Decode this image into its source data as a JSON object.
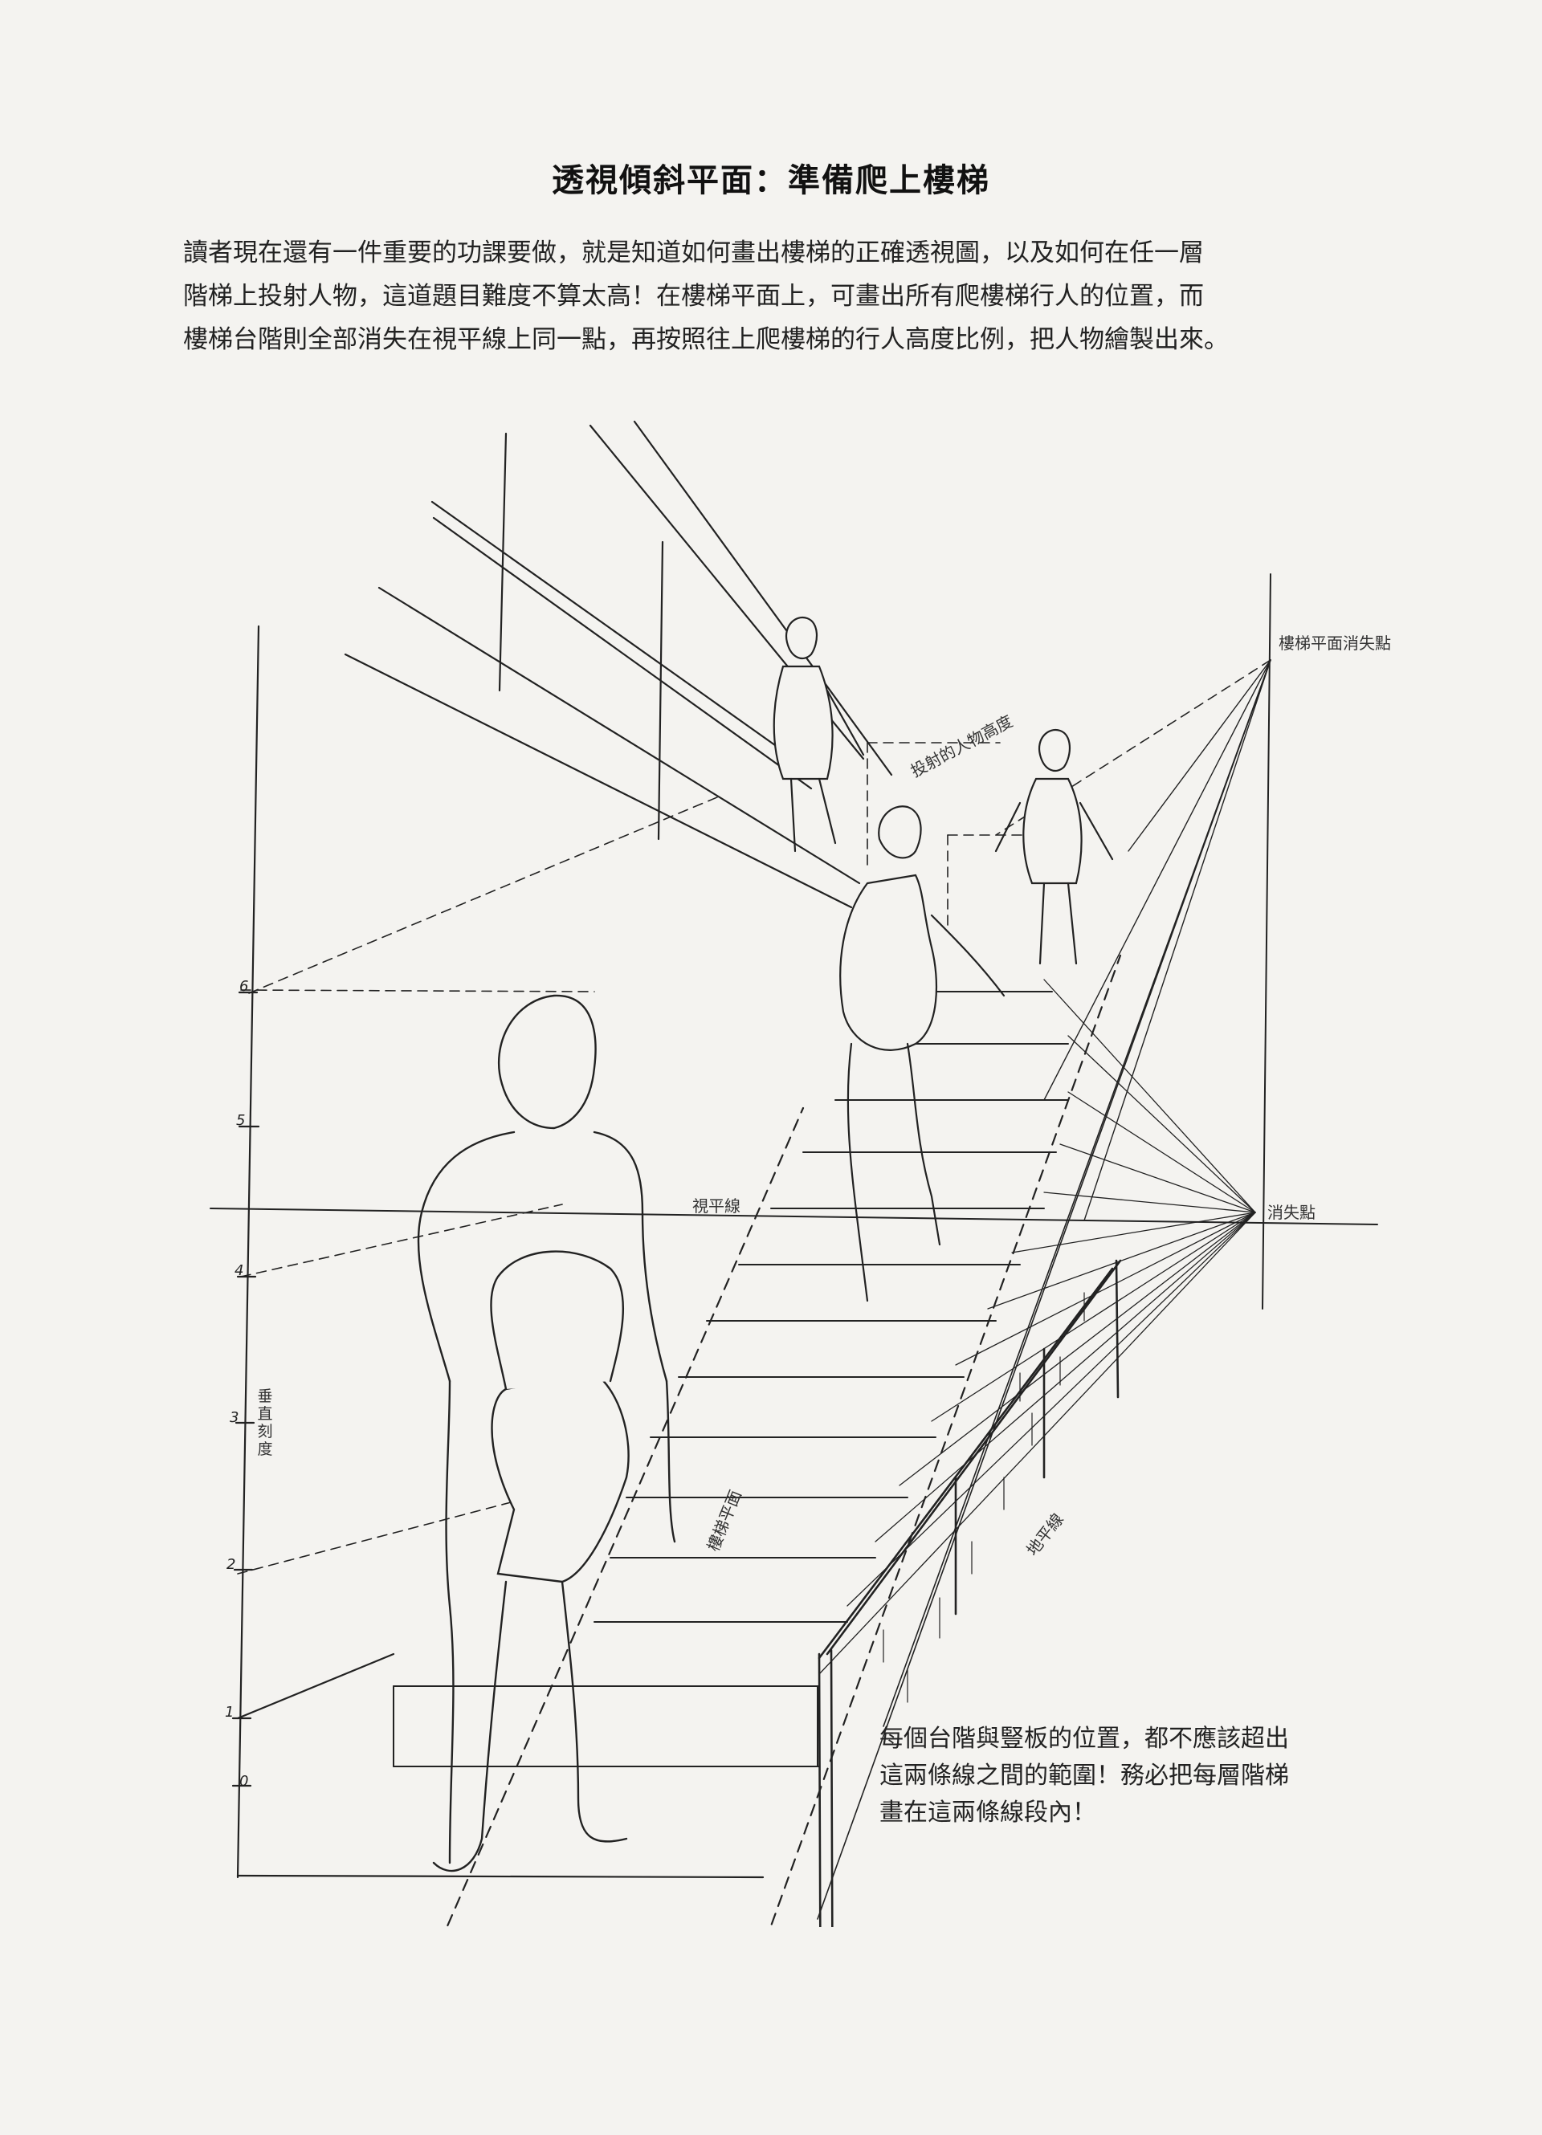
{
  "title": "透視傾斜平面：準備爬上樓梯",
  "intro_lines": [
    "讀者現在還有一件重要的功課要做，就是知道如何畫出樓梯的正確透視圖，以及如何在任一層",
    "階梯上投射人物，這道題目難度不算太高！在樓梯平面上，可畫出所有爬樓梯行人的位置，而",
    "樓梯台階則全部消失在視平線上同一點，再按照往上爬樓梯的行人高度比例，把人物繪製出來。"
  ],
  "figure": {
    "labels": {
      "stair_plane_vp": "樓梯平面消失點",
      "projected_height": "投射的人物高度",
      "horizon_line": "視平線",
      "vanishing_point": "消失點",
      "stair_plane": "樓梯平面",
      "ground_line": "地平線",
      "vertical_scale": "垂直刻度"
    },
    "scale_marks": [
      "6",
      "5",
      "4",
      "3",
      "2",
      "1",
      "0"
    ],
    "note_lines": [
      "每個台階與豎板的位置，都不應該超出",
      "這兩條線之間的範圍！務必把每層階梯",
      "畫在這兩條線段內！"
    ]
  }
}
